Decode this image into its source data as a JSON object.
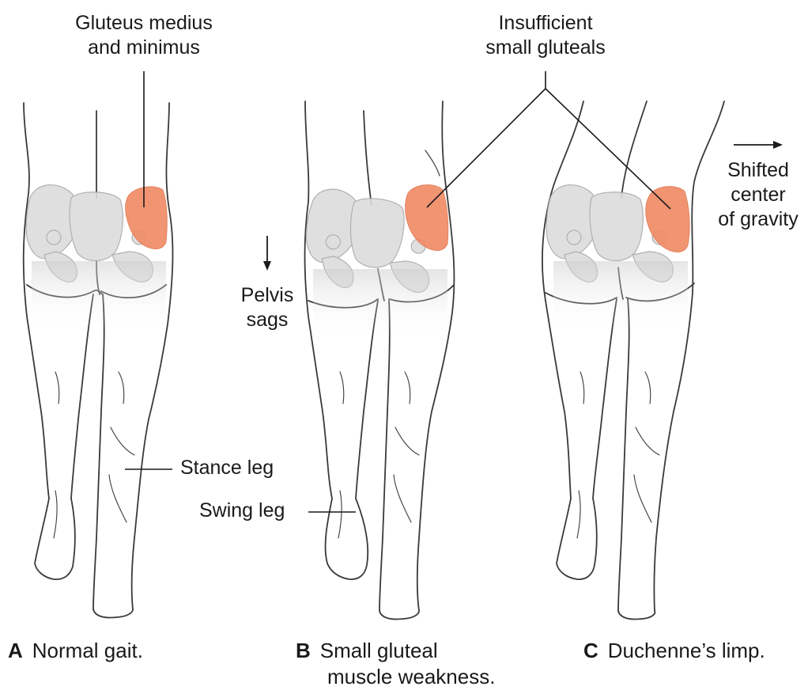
{
  "figure": {
    "colors": {
      "outline": "#3a3a3a",
      "bone_fill": "#dcdcdc",
      "bone_edge": "#a8a8a8",
      "muscle": "#f08c66",
      "muscle_light": "#f5b497"
    },
    "panels": [
      {
        "id": "A",
        "letter": "A",
        "caption_line1": "Normal gait.",
        "caption_line2": ""
      },
      {
        "id": "B",
        "letter": "B",
        "caption_line1": "Small gluteal",
        "caption_line2": "muscle weakness."
      },
      {
        "id": "C",
        "letter": "C",
        "caption_line1": "Duchenne’s limp.",
        "caption_line2": ""
      }
    ],
    "labels": {
      "gluteus_line1": "Gluteus medius",
      "gluteus_line2": "and minimus",
      "insufficient_line1": "Insufficient",
      "insufficient_line2": "small gluteals",
      "shifted_line1": "Shifted",
      "shifted_line2": "center",
      "shifted_line3": "of gravity",
      "pelvis_line1": "Pelvis",
      "pelvis_line2": "sags",
      "stance_leg": "Stance leg",
      "swing_leg": "Swing leg"
    }
  }
}
